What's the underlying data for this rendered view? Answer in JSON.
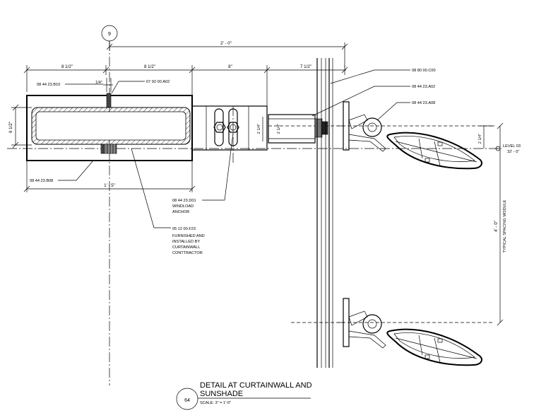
{
  "grid_bubble": "9",
  "dimensions": {
    "overall_top": "2' - 0\"",
    "d1": "8 1/2\"",
    "d2": "8 1/2\"",
    "d3": "8\"",
    "d4": "7 1/2\"",
    "quarter": "1/4\"",
    "left_vertical": "6 1/2\"",
    "bottom_width": "1' - 5\"",
    "bracket_height": "2 1/4\"",
    "bracket_height_2": "2 1/4\"",
    "fin_offset": "2 1/4\"",
    "module_height": "4' - 0\"",
    "module_label": "TYPICAL SPACING MODULE"
  },
  "callouts": {
    "b10": "08 44 23.B10",
    "a02_top": "07 92 00.A02",
    "c00": "08 80 00.C00",
    "a02_right": "08 44 23.A02",
    "a08": "08 44 23.A08",
    "b08": "08 44 23.B08",
    "d01": "08 44 23.D01",
    "windload_1": "WINDLOAD",
    "windload_2": "ANCHOR",
    "f23": "05 12 00.F23",
    "furnished_1": "FURNISHED AND",
    "furnished_2": "INSTALLED BY",
    "furnished_3": "CURTAINWALL",
    "furnished_4": "CONTTRACTOR"
  },
  "level": {
    "name": "LEVEL 03",
    "elevation": "32' - 0\""
  },
  "detail": {
    "number": "64",
    "title_line1": "DETAIL AT CURTAINWALL AND",
    "title_line2": "SUNSHADE",
    "scale": "SCALE:  3\" = 1'-0\""
  }
}
